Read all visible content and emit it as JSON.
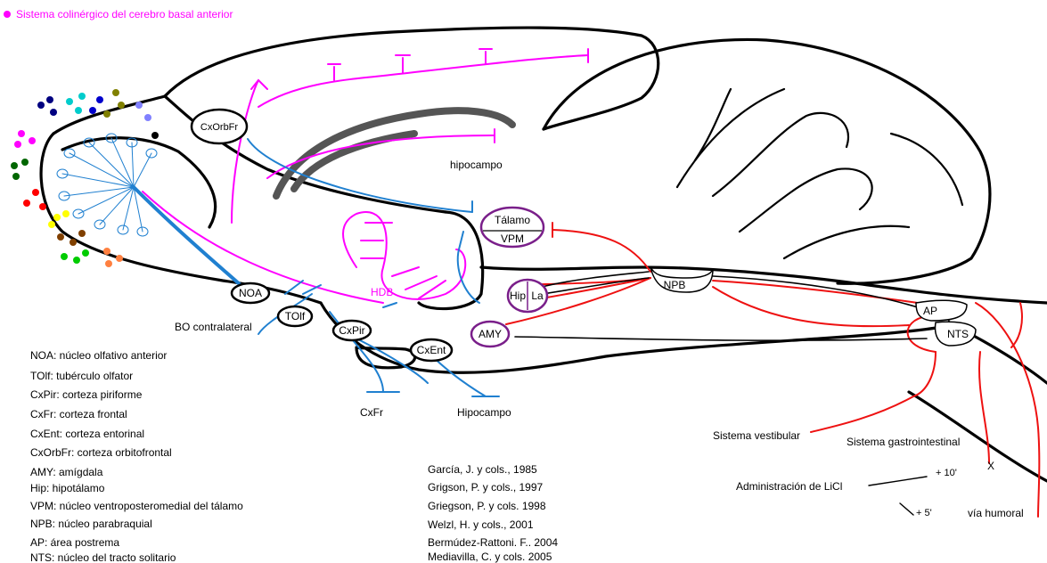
{
  "legend_top": {
    "bullet_color": "#ff00ff",
    "text": "Sistema colinérgico del cerebro basal anterior"
  },
  "colors": {
    "cholinergic": "#ff00ff",
    "olfactory": "#2080d0",
    "taste_emetic": "#ee1111",
    "structure": "#7a1f8a"
  },
  "nodes": {
    "cxorbfr": "CxOrbFr",
    "noa": "NOA",
    "tolf": "TOlf",
    "cxpir": "CxPir",
    "cxent": "CxEnt",
    "amy": "AMY",
    "hip": "Hip",
    "la": "La",
    "talamo": "Tálamo",
    "vpm": "VPM",
    "npb": "NPB",
    "ap": "AP",
    "nts": "NTS",
    "hdb": "HDB"
  },
  "labels": {
    "hipocampo_top": "hipocampo",
    "bo_contralateral": "BO contralateral",
    "cxfr": "CxFr",
    "hipocampo_bottom": "Hipocampo",
    "sistema_vestibular": "Sistema vestibular",
    "sistema_gastrointestinal": "Sistema gastrointestinal",
    "x": "X",
    "administracion": "Administración de LiCl",
    "plus10": "+ 10'",
    "plus5": "+ 5'",
    "via_humoral": "vía humoral"
  },
  "abbreviations": [
    "NOA: núcleo olfativo anterior",
    "TOlf: tubérculo olfator",
    "CxPir: corteza piriforme",
    "CxFr: corteza frontal",
    "CxEnt: corteza entorinal",
    "CxOrbFr: corteza orbitofrontal",
    "AMY: amígdala",
    "Hip: hipotálamo",
    "VPM: núcleo ventroposteromedial del tálamo",
    "NPB: núcleo parabraquial",
    "AP: área postrema",
    "NTS: núcleo del tracto solitario"
  ],
  "references": [
    "García, J. y cols., 1985",
    "Grigson, P. y cols., 1997",
    "Griegson, P. y cols. 1998",
    "Welzl, H. y cols., 2001",
    "Bermúdez-Rattoni. F.. 2004",
    "Mediavilla, C. y cols. 2005"
  ]
}
